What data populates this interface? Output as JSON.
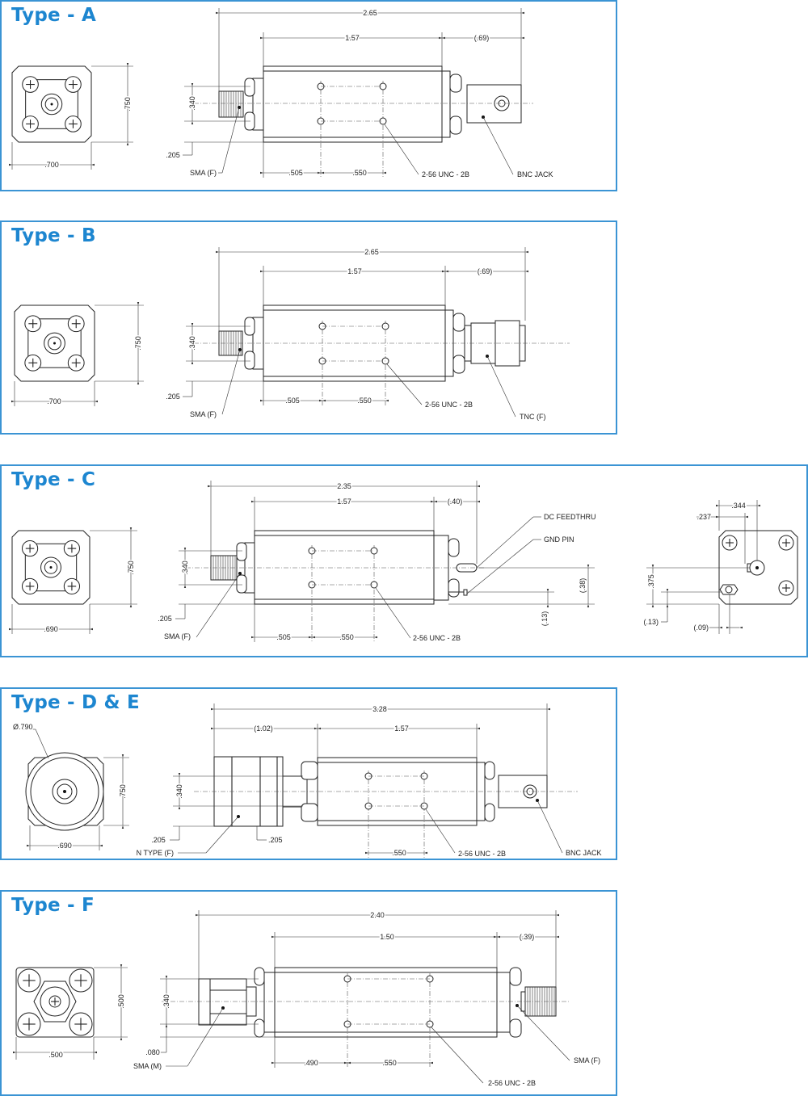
{
  "accent_color": "#1d86d0",
  "panels": [
    {
      "title": "Type - A",
      "labels": {
        "overall": "2.65",
        "body": "1.57",
        "conn": "(.69)",
        "height": ".750",
        "width": ".700",
        "pitch": ".340",
        "offset": ".205",
        "hole1": ".505",
        "hole2": ".550",
        "left": "SMA (F)",
        "thread": "2-56 UNC - 2B",
        "right": "BNC JACK"
      }
    },
    {
      "title": "Type - B",
      "labels": {
        "overall": "2.65",
        "body": "1.57",
        "conn": "(.69)",
        "height": ".750",
        "width": ".700",
        "pitch": ".340",
        "offset": ".205",
        "hole1": ".505",
        "hole2": ".550",
        "left": "SMA (F)",
        "thread": "2-56 UNC - 2B",
        "right": "TNC (F)"
      }
    },
    {
      "title": "Type - C",
      "labels": {
        "overall": "2.35",
        "body": "1.57",
        "conn": "(.40)",
        "height": ".750",
        "width": ".690",
        "pitch": ".340",
        "offset": ".205",
        "hole1": ".505",
        "hole2": ".550",
        "left": "SMA (F)",
        "thread": "2-56 UNC - 2B",
        "dc": "DC FEEDTHRU",
        "gnd": "GND PIN",
        "d38": "(.38)",
        "d13": "(.13)",
        "e344": ".344",
        "e237": ".237",
        "e375": ".375",
        "e13": "(.13)",
        "e09": "(.09)"
      }
    },
    {
      "title": "Type - D & E",
      "labels": {
        "overall": "3.28",
        "nlen": "(1.02)",
        "body": "1.57",
        "dia": "Ø.790",
        "height": ".750",
        "width": ".690",
        "pitch": ".340",
        "offset": ".205",
        "offset2": ".205",
        "hole2": ".550",
        "left": "N TYPE (F)",
        "thread": "2-56 UNC - 2B",
        "right": "BNC JACK"
      }
    },
    {
      "title": "Type - F",
      "labels": {
        "overall": "2.40",
        "body": "1.50",
        "conn": "(.39)",
        "height": ".500",
        "width": ".500",
        "pitch": ".340",
        "offset": ".080",
        "hole1": ".490",
        "hole2": ".550",
        "left": "SMA (M)",
        "thread": "2-56 UNC - 2B",
        "right": "SMA (F)"
      }
    }
  ]
}
